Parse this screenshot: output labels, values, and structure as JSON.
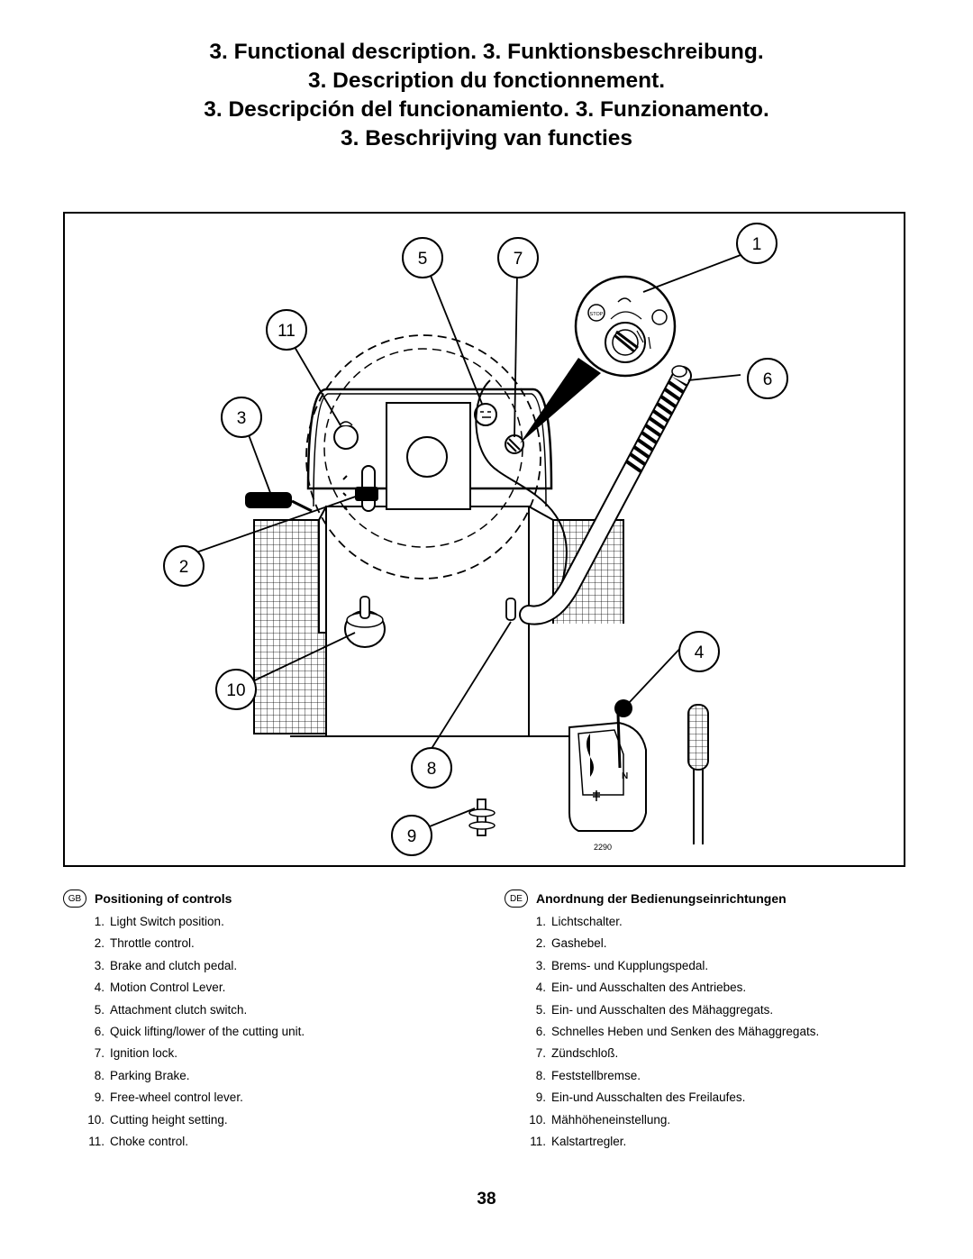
{
  "titles": [
    "3. Functional description.   3. Funktionsbeschreibung.",
    "3. Description du fonctionnement.",
    "3. Descripción del funcionamiento.   3. Funzionamento.",
    "3. Beschrijving van functies"
  ],
  "figure": {
    "callouts": [
      "1",
      "2",
      "3",
      "4",
      "5",
      "6",
      "7",
      "8",
      "9",
      "10",
      "11"
    ],
    "image_code": "2290",
    "icon_labels": {
      "stop": "STOP",
      "neutral": "N"
    }
  },
  "sections": {
    "gb": {
      "badge": "GB",
      "title": "Positioning of controls",
      "items": [
        {
          "n": "1.",
          "text": "Light Switch position."
        },
        {
          "n": "2.",
          "text": "Throttle  control."
        },
        {
          "n": "3.",
          "text": "Brake and clutch pedal."
        },
        {
          "n": "4.",
          "text": "Motion Control Lever."
        },
        {
          "n": "5.",
          "text": "Attachment clutch switch."
        },
        {
          "n": "6.",
          "text": "Quick lifting/lower of the cutting unit."
        },
        {
          "n": "7.",
          "text": "Ignition lock."
        },
        {
          "n": "8.",
          "text": "Parking Brake."
        },
        {
          "n": "9.",
          "text": "Free-wheel control lever."
        },
        {
          "n": "10.",
          "text": "Cutting height setting."
        },
        {
          "n": "11.",
          "text": "Choke control."
        }
      ]
    },
    "de": {
      "badge": "DE",
      "title": "Anordnung der Bedienungseinrichtungen",
      "items": [
        {
          "n": "1.",
          "text": "Lichtschalter."
        },
        {
          "n": "2.",
          "text": "Gashebel."
        },
        {
          "n": "3.",
          "text": "Brems- und Kupplungspedal."
        },
        {
          "n": "4.",
          "text": "Ein- und Ausschalten des Antriebes."
        },
        {
          "n": "5.",
          "text": "Ein- und Ausschalten des Mähaggregats."
        },
        {
          "n": "6.",
          "text": "Schnelles Heben und Senken des Mähaggregats."
        },
        {
          "n": "7.",
          "text": "Zündschloß."
        },
        {
          "n": "8.",
          "text": "Feststellbremse."
        },
        {
          "n": "9.",
          "text": "Ein-und Ausschalten des Freilaufes."
        },
        {
          "n": "10.",
          "text": "Mähhöheneinstellung."
        },
        {
          "n": "11.",
          "text": "Kalstartregler."
        }
      ]
    }
  },
  "page_number": "38"
}
